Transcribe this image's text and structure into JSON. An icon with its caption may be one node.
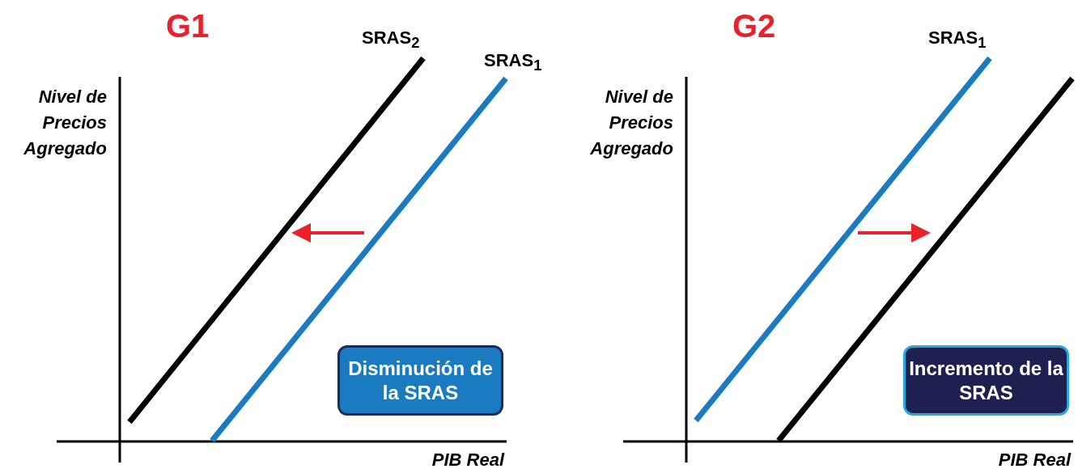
{
  "diagram": {
    "nodes": [
      {
        "text": [
          "Disminución de la SRAS"
        ]
      },
      {
        "text": [
          "Incremento de la SRAS"
        ]
      }
    ],
    "edges": [],
    "labels": [
      "G1",
      "G2",
      "SRAS$_{2}$",
      "SRAS$_{1}$",
      "SRAS$_{1}$",
      "Nivel de Precios Agregado",
      "Nivel de Precios Agregado",
      "PIB Real",
      "PIB Real"
    ]
  }
}
